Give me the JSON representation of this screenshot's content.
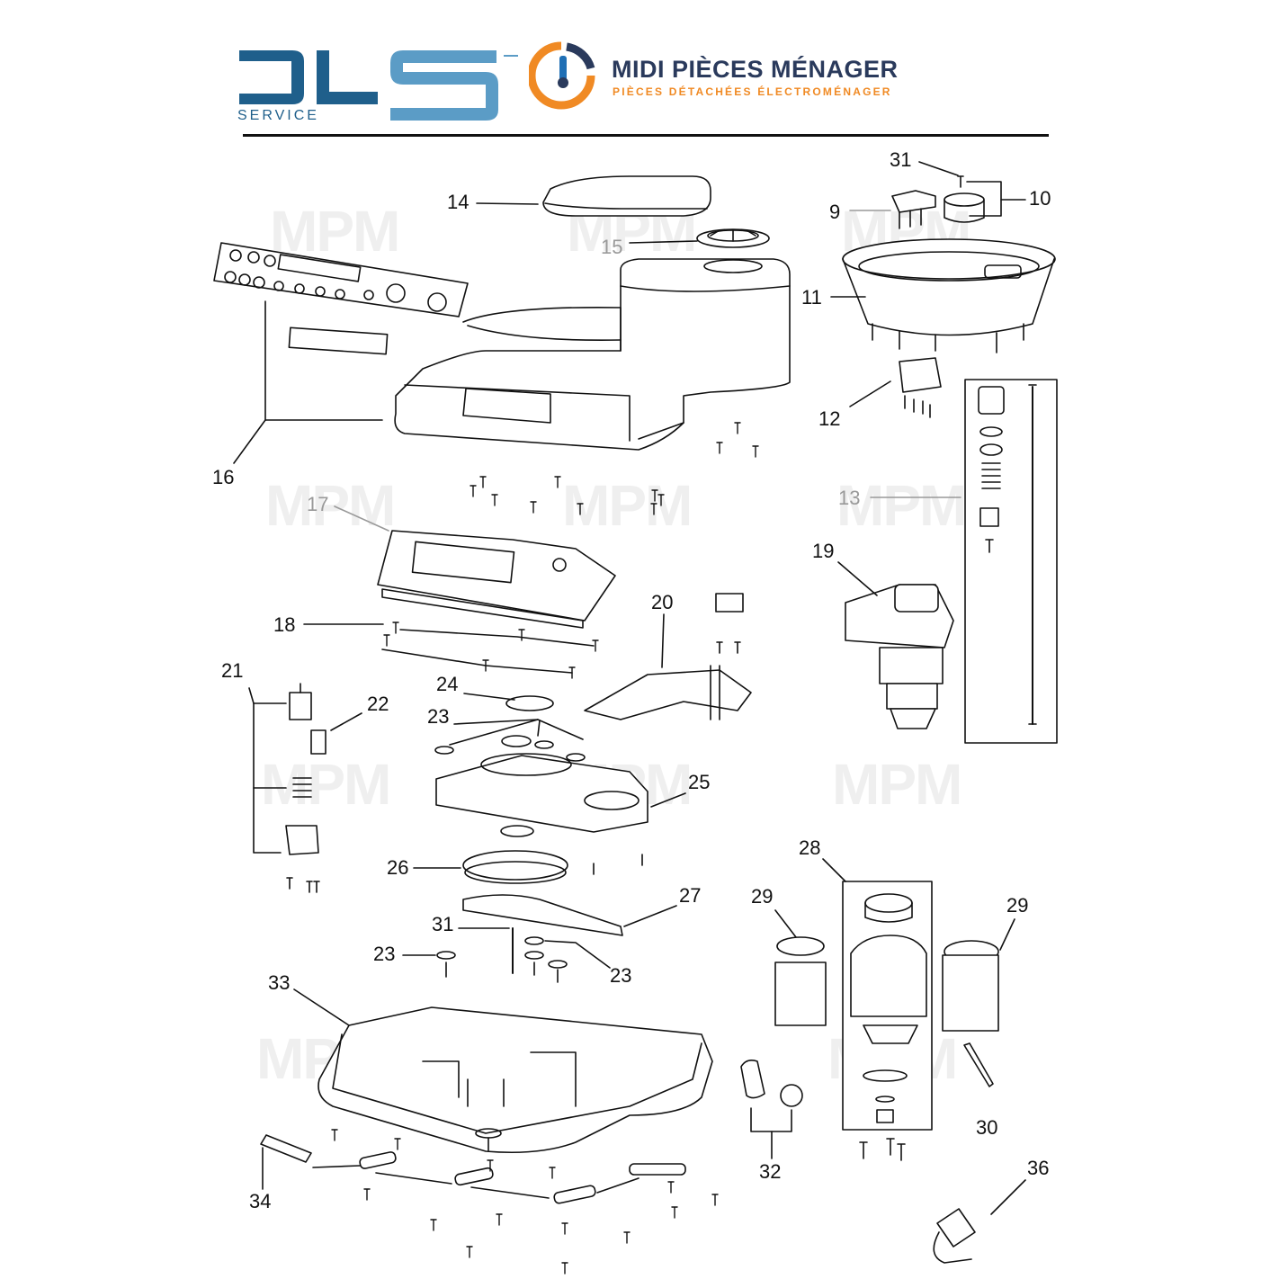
{
  "header": {
    "dls_service_label": "SERVICE",
    "brand_name": "MIDI PIÈCES MÉNAGER",
    "brand_tagline": "PIÈCES DÉTACHÉES ÉLECTROMÉNAGER",
    "dls_color": "#1f5f8b",
    "dls_light_color": "#5b9cc6",
    "brand_orange": "#f08a24",
    "brand_navy": "#2a3a5c"
  },
  "watermark_text": "MPM",
  "callouts": {
    "c9": "9",
    "c10": "10",
    "c11": "11",
    "c12": "12",
    "c13": "13",
    "c14": "14",
    "c15": "15",
    "c16": "16",
    "c17": "17",
    "c18": "18",
    "c19": "19",
    "c20": "20",
    "c21": "21",
    "c22": "22",
    "c23a": "23",
    "c23b": "23",
    "c23c": "23",
    "c24": "24",
    "c25": "25",
    "c26": "26",
    "c27": "27",
    "c28": "28",
    "c29a": "29",
    "c29b": "29",
    "c30": "30",
    "c31a": "31",
    "c31b": "31",
    "c32": "32",
    "c33": "33",
    "c34": "34",
    "c36": "36"
  }
}
